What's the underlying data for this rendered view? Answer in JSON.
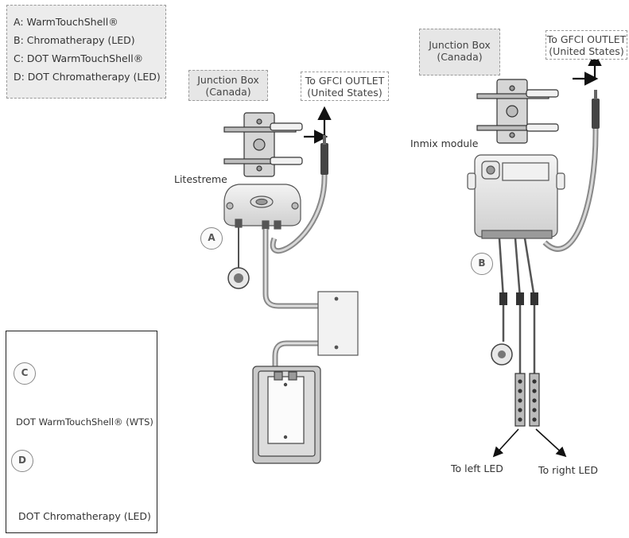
{
  "legend": [
    "A: WarmTouchShell®",
    "B: Chromatherapy (LED)",
    "C: DOT WarmTouchShell®",
    "D: DOT Chromatherapy (LED)"
  ],
  "left_diagram": {
    "junction_box": [
      "Junction Box",
      "(Canada)"
    ],
    "gfci": [
      "To GFCI OUTLET",
      "(United States)"
    ],
    "module_label": "Litestreme",
    "badge": "A"
  },
  "right_diagram": {
    "junction_box": [
      "Junction Box",
      "(Canada)"
    ],
    "gfci": [
      "To GFCI OUTLET",
      "(United States)"
    ],
    "module_label": "Inmix module",
    "badge": "B",
    "left_led": "To left LED",
    "right_led": "To right LED"
  },
  "panel": {
    "items": [
      {
        "badge": "C",
        "caption": "DOT WarmTouchShell® (WTS)"
      },
      {
        "badge": "D",
        "caption": "DOT Chromatherapy (LED)"
      }
    ]
  }
}
